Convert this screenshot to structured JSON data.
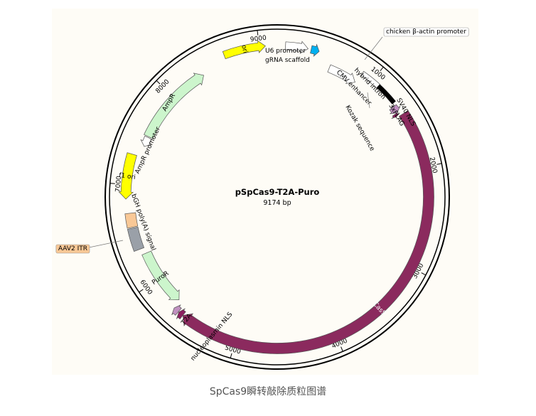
{
  "plasmid": {
    "name": "pSpCas9-T2A-Puro",
    "size_label": "9174 bp",
    "total_bp": 9174
  },
  "caption": "SpCas9瞬转敲除质粒图谱",
  "ticks": [
    {
      "bp": 1000,
      "label": "1000"
    },
    {
      "bp": 2000,
      "label": "2000"
    },
    {
      "bp": 3000,
      "label": "3000"
    },
    {
      "bp": 4000,
      "label": "4000"
    },
    {
      "bp": 5000,
      "label": "5000"
    },
    {
      "bp": 6000,
      "label": "6000"
    },
    {
      "bp": 7000,
      "label": "7000"
    },
    {
      "bp": 8000,
      "label": "8000"
    },
    {
      "bp": 9000,
      "label": "9000"
    }
  ],
  "features": [
    {
      "id": "ori",
      "label": "ori",
      "start": 8650,
      "end": 9060,
      "direction": "cw",
      "color": "#ffff00",
      "inside_label": true
    },
    {
      "id": "u6-promoter",
      "label": "U6 promoter",
      "start": 80,
      "end": 300,
      "direction": "cw",
      "color": "#ffffff"
    },
    {
      "id": "grna-scaffold",
      "label": "gRNA scaffold",
      "start": 330,
      "end": 410,
      "direction": "cw",
      "color": "#00b0f0"
    },
    {
      "id": "cmv-enhancer",
      "label": "CMV enhancer",
      "start": 560,
      "end": 870,
      "direction": "cw",
      "color": "#ffffff"
    },
    {
      "id": "chicken-actin-promoter",
      "label": "chicken β-actin promoter",
      "start": 880,
      "end": 1080,
      "direction": "none",
      "color": "#ffffff"
    },
    {
      "id": "hybrid-intron",
      "label": "hybrid intron",
      "start": 1080,
      "end": 1300,
      "direction": "none",
      "color": "#000000"
    },
    {
      "id": "kozak-sequence",
      "label": "Kozak sequence",
      "start": 1320,
      "end": 1330,
      "direction": "none",
      "color": "#888888"
    },
    {
      "id": "3xflag",
      "label": "3xFLAG",
      "start": 1330,
      "end": 1400,
      "direction": "cw",
      "color": "#c090c0"
    },
    {
      "id": "sv40-nls",
      "label": "SV40 NLS",
      "start": 1400,
      "end": 1430,
      "direction": "cw",
      "color": "#8b2060"
    },
    {
      "id": "cas9",
      "label": "Cas9",
      "start": 1440,
      "end": 5570,
      "direction": "cw",
      "color": "#8b2a5e",
      "inside_label": true
    },
    {
      "id": "nucleoplasmin-nls",
      "label": "nucleoplasmin NLS",
      "start": 5570,
      "end": 5620,
      "direction": "cw",
      "color": "#8b2060"
    },
    {
      "id": "t2a",
      "label": "T2A",
      "start": 5625,
      "end": 5680,
      "direction": "cw",
      "color": "#c090c0"
    },
    {
      "id": "puror",
      "label": "PuroR",
      "start": 5700,
      "end": 6290,
      "direction": "ccw",
      "color": "#ccf5cc",
      "inside_label": true
    },
    {
      "id": "bgh-polya-signal",
      "label": "bGH poly(A) signal",
      "start": 6350,
      "end": 6570,
      "direction": "none",
      "color": "#9aa0a8"
    },
    {
      "id": "aav2-itr",
      "label": "AAV2 ITR",
      "start": 6580,
      "end": 6720,
      "direction": "none",
      "color": "#f9c896"
    },
    {
      "id": "f1-ori",
      "label": "f1 ori",
      "start": 6860,
      "end": 7300,
      "direction": "ccw",
      "color": "#ffff00",
      "inside_label": true
    },
    {
      "id": "ampr-promoter",
      "label": "AmpR promoter",
      "start": 7410,
      "end": 7510,
      "direction": "ccw",
      "color": "#ffffff"
    },
    {
      "id": "ampr",
      "label": "AmpR",
      "start": 7520,
      "end": 8380,
      "direction": "cw",
      "color": "#ccf5cc"
    }
  ]
}
